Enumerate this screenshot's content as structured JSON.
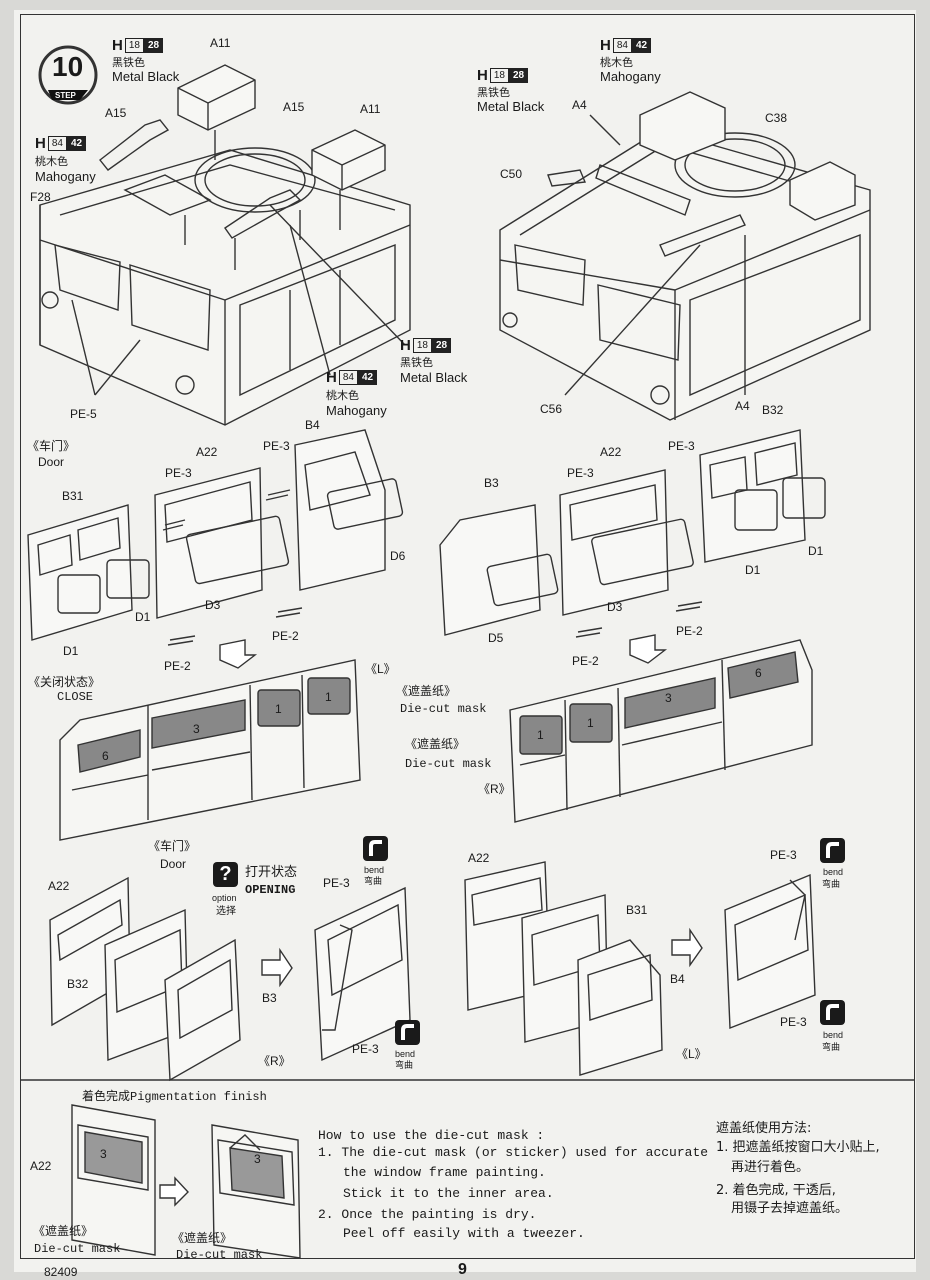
{
  "step": {
    "number": "10",
    "label": "STEP"
  },
  "paint": {
    "metal_black": {
      "h": "H",
      "c1": "18",
      "c2": "28",
      "cn": "黑铁色",
      "en": "Metal Black"
    },
    "mahogany": {
      "h": "H",
      "c1": "84",
      "c2": "42",
      "cn": "桃木色",
      "en": "Mahogany"
    }
  },
  "parts": {
    "a11": "A11",
    "a15": "A15",
    "f28": "F28",
    "pe5": "PE-5",
    "a4": "A4",
    "c38": "C38",
    "c50": "C50",
    "c56": "C56",
    "b31": "B31",
    "a22": "A22",
    "pe3": "PE-3",
    "b4": "B4",
    "d6": "D6",
    "d1": "D1",
    "d3": "D3",
    "pe2": "PE-2",
    "b3": "B3",
    "b32": "B32",
    "d5": "D5"
  },
  "labels": {
    "door_cn": "《车门》",
    "door_en": "Door",
    "close_cn": "《关闭状态》",
    "close_en": "CLOSE",
    "left": "《L》",
    "right": "《R》",
    "mask_cn": "《遮盖纸》",
    "mask_en": "Die-cut mask",
    "opening_cn": "打开状态",
    "opening_en": "OPENING",
    "option_en": "option",
    "option_cn": "选择",
    "option_icon": "?",
    "bend_en": "bend",
    "bend_cn": "弯曲",
    "pigment": "着色完成Pigmentation finish"
  },
  "mask_numbers": [
    "6",
    "3",
    "1",
    "1"
  ],
  "instructions_en": {
    "title": "How to use the die-cut mask :",
    "l1": "1. The die-cut mask (or sticker) used for accurate",
    "l2": "the window frame painting.",
    "l3": "Stick it to the inner area.",
    "l4": "2. Once the painting is dry.",
    "l5": "Peel off easily with a tweezer."
  },
  "instructions_cn": {
    "title": "遮盖纸使用方法:",
    "l1": "1. 把遮盖纸按窗口大小贴上,",
    "l2": "再进行着色。",
    "l3": "2. 着色完成, 干透后,",
    "l4": "用镊子去掉遮盖纸。"
  },
  "footer": {
    "code": "82409",
    "page": "9"
  }
}
